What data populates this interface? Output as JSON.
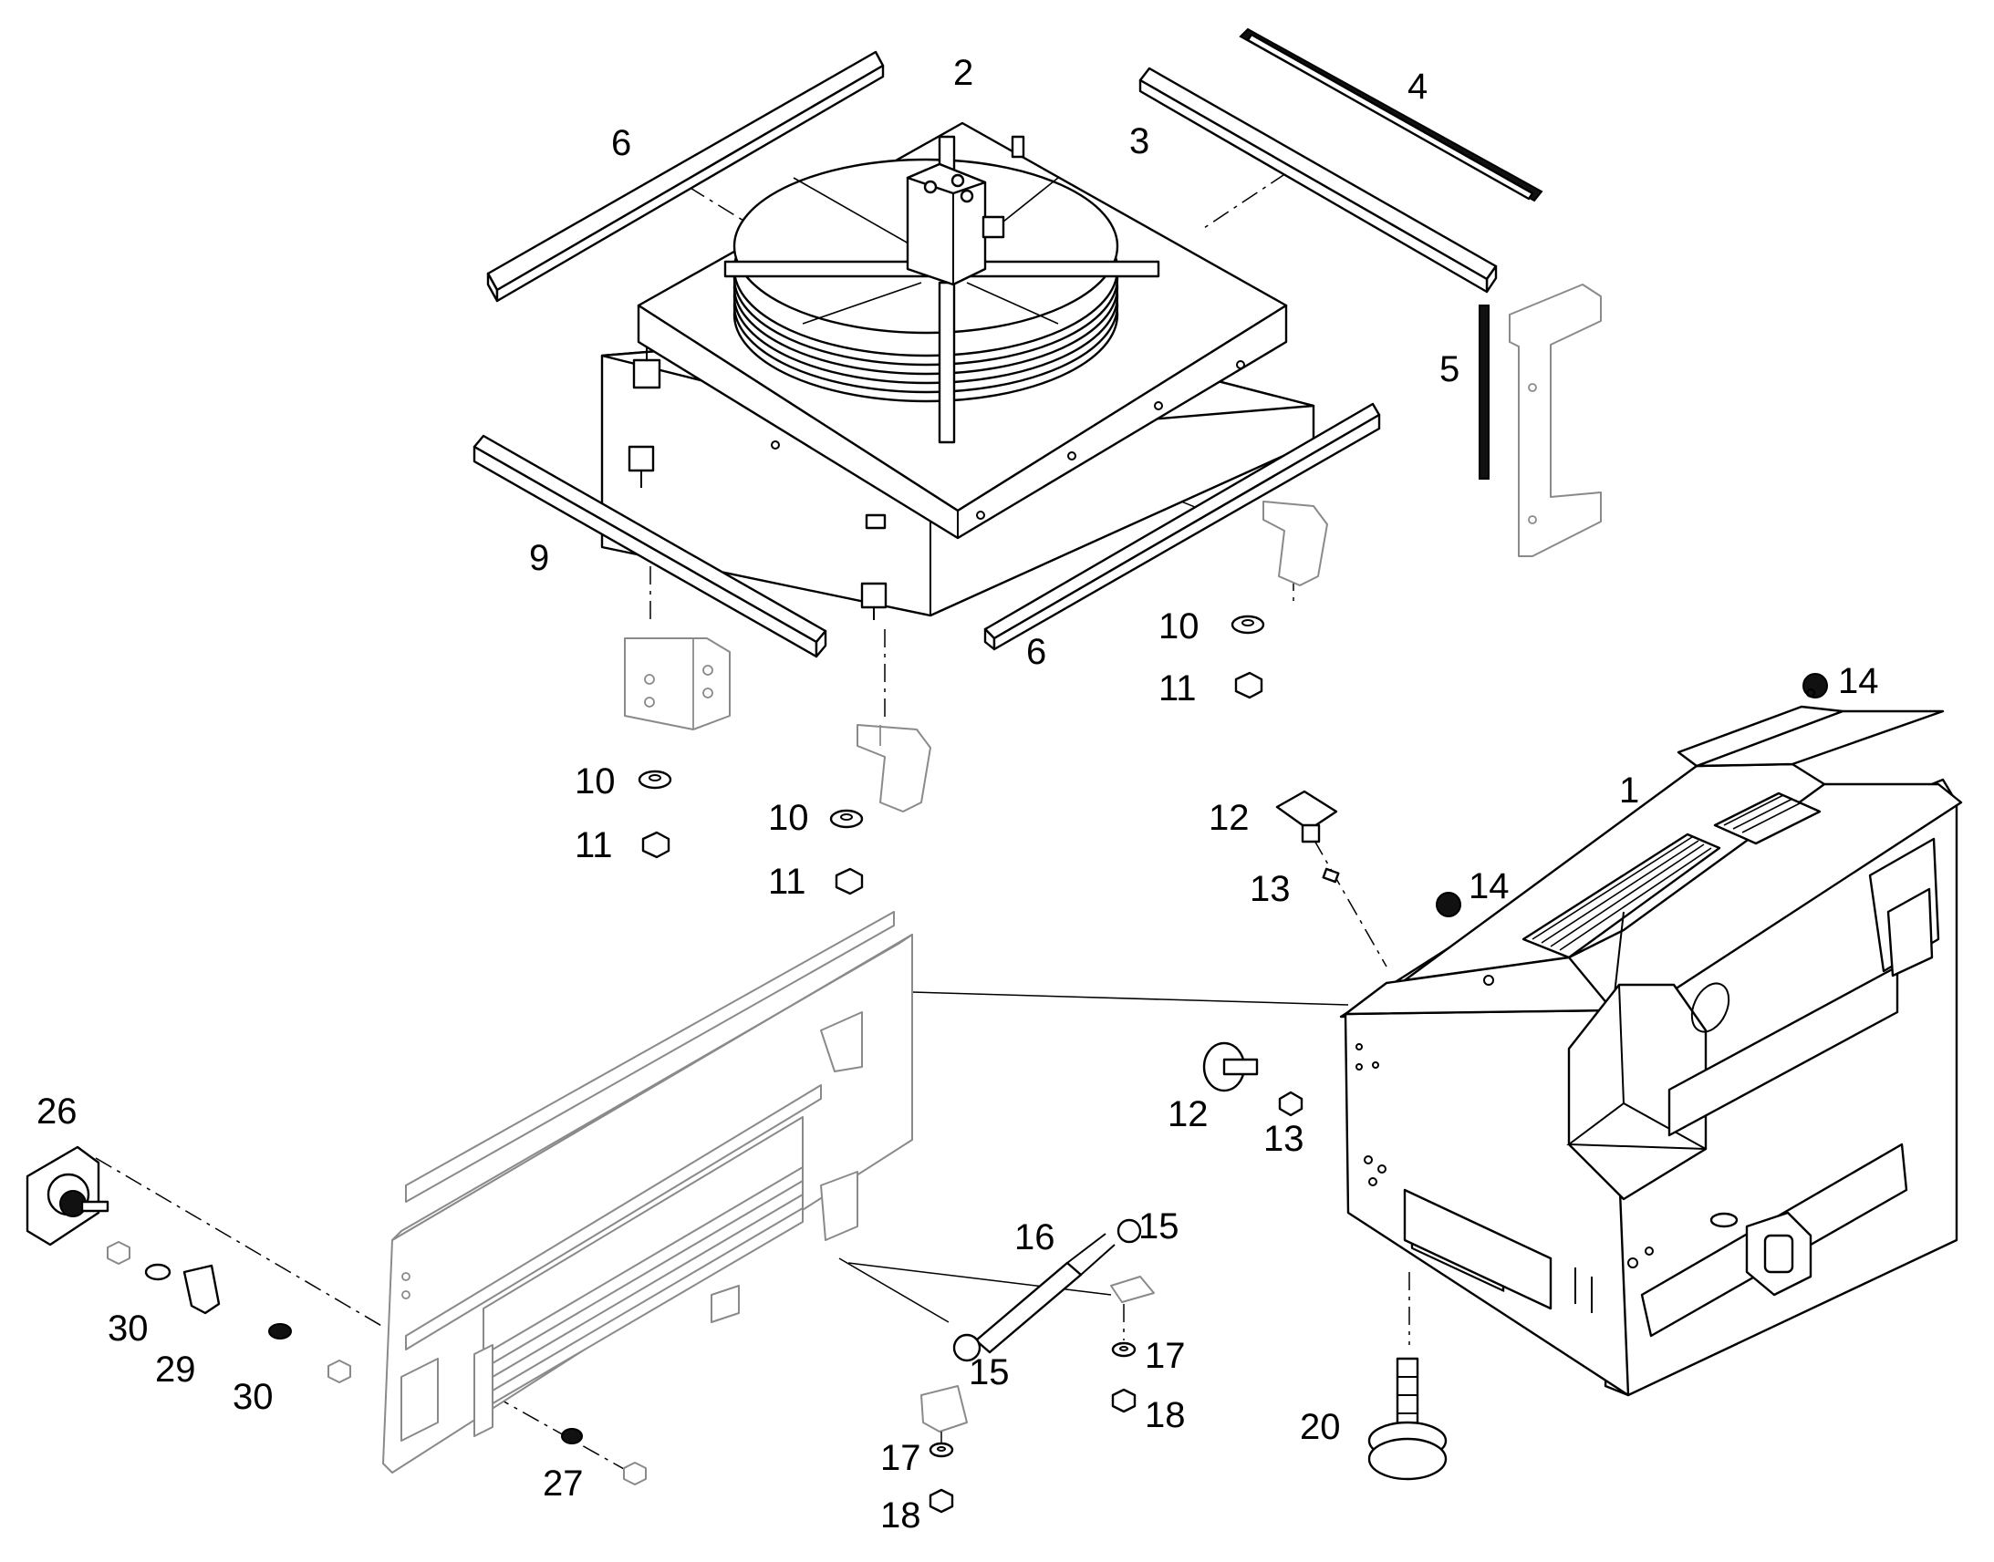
{
  "figure": {
    "type": "exploded parts diagram",
    "line_color": "#000000",
    "faded_part_color": "#8a8a8a",
    "background": "#ffffff"
  },
  "callouts": {
    "c1": "1",
    "c2": "2",
    "c3": "3",
    "c4": "4",
    "c5": "5",
    "c6": "6",
    "c9": "9",
    "c10": "10",
    "c11": "11",
    "c12": "12",
    "c13": "13",
    "c14": "14",
    "c15": "15",
    "c16": "16",
    "c17": "17",
    "c18": "18",
    "c20": "20",
    "c26": "26",
    "c27": "27",
    "c29": "29",
    "c30": "30"
  }
}
